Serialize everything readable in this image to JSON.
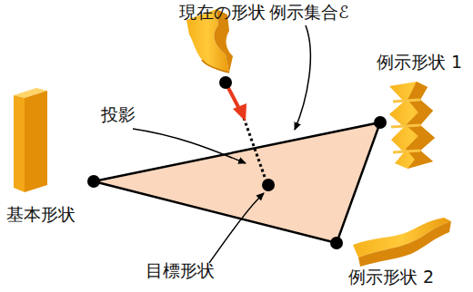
{
  "diagram": {
    "labels": [
      "現在の形状",
      "例示集合ℰ",
      "例示形状 1",
      "投影",
      "基本形状",
      "目標形状",
      "例示形状 2"
    ]
  }
}
